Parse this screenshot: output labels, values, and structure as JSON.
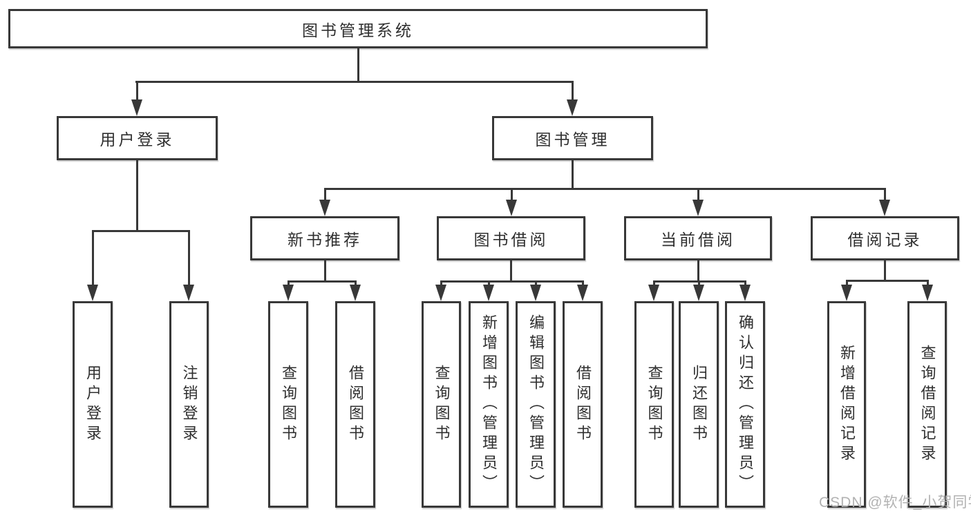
{
  "colors": {
    "line": "#383838",
    "text": "#2f2f2f",
    "watermark_color": "#b2b2b2",
    "background": "#ffffff"
  },
  "diagram": {
    "root": {
      "label": "图书管理系统"
    },
    "branches": [
      {
        "label": "用户登录",
        "children": [
          "用户登录",
          "注销登录"
        ]
      },
      {
        "label": "图书管理",
        "groups": [
          {
            "label": "新书推荐",
            "children": [
              "查询图书",
              "借阅图书"
            ]
          },
          {
            "label": "图书借阅",
            "children": [
              "查询图书",
              "新增图书（管理员）",
              "编辑图书（管理员）",
              "借阅图书"
            ]
          },
          {
            "label": "当前借阅",
            "children": [
              "查询图书",
              "归还图书",
              "确认归还（管理员）"
            ]
          },
          {
            "label": "借阅记录",
            "children": [
              "新增借阅记录",
              "查询借阅记录"
            ]
          }
        ]
      }
    ],
    "watermark": "CSDN @软件_小贺同学"
  }
}
